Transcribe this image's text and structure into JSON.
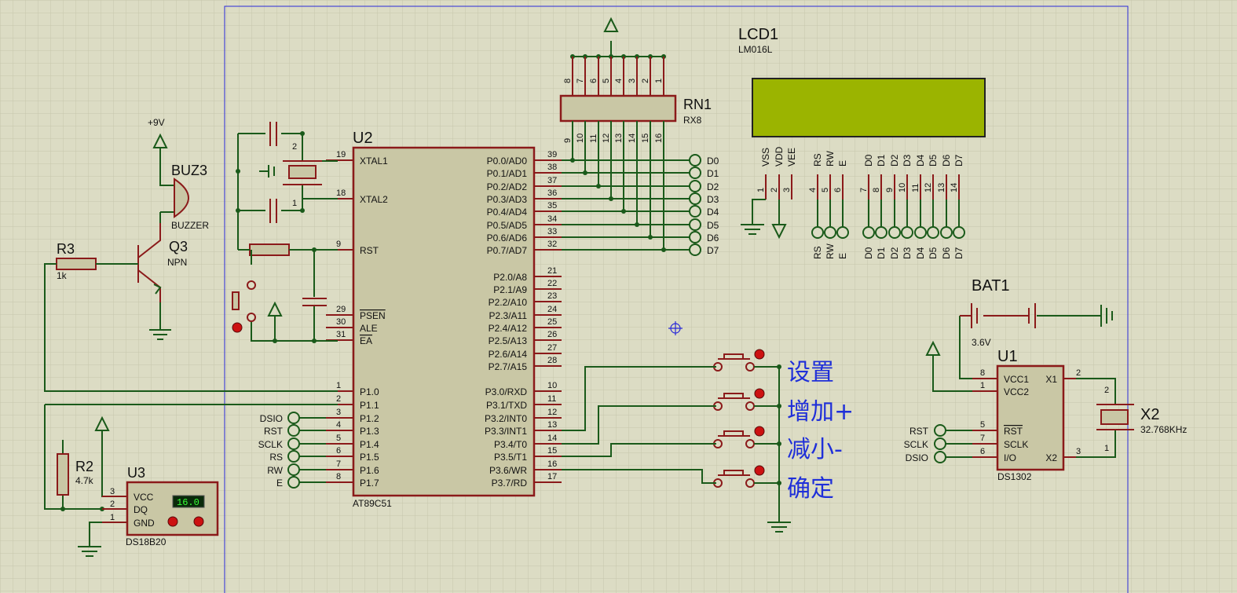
{
  "mcu": {
    "ref": "U2",
    "part": "AT89C51",
    "left_pins": [
      {
        "num": "19",
        "name": "XTAL1"
      },
      {
        "num": "18",
        "name": "XTAL2"
      },
      {
        "num": "9",
        "name": "RST"
      },
      {
        "num": "29",
        "name": "PSEN"
      },
      {
        "num": "30",
        "name": "ALE"
      },
      {
        "num": "31",
        "name": "EA"
      },
      {
        "num": "1",
        "name": "P1.0"
      },
      {
        "num": "2",
        "name": "P1.1"
      },
      {
        "num": "3",
        "name": "P1.2"
      },
      {
        "num": "4",
        "name": "P1.3"
      },
      {
        "num": "5",
        "name": "P1.4"
      },
      {
        "num": "6",
        "name": "P1.5"
      },
      {
        "num": "7",
        "name": "P1.6"
      },
      {
        "num": "8",
        "name": "P1.7"
      }
    ],
    "right_pins": [
      {
        "num": "39",
        "name": "P0.0/AD0"
      },
      {
        "num": "38",
        "name": "P0.1/AD1"
      },
      {
        "num": "37",
        "name": "P0.2/AD2"
      },
      {
        "num": "36",
        "name": "P0.3/AD3"
      },
      {
        "num": "35",
        "name": "P0.4/AD4"
      },
      {
        "num": "34",
        "name": "P0.5/AD5"
      },
      {
        "num": "33",
        "name": "P0.6/AD6"
      },
      {
        "num": "32",
        "name": "P0.7/AD7"
      },
      {
        "num": "21",
        "name": "P2.0/A8"
      },
      {
        "num": "22",
        "name": "P2.1/A9"
      },
      {
        "num": "23",
        "name": "P2.2/A10"
      },
      {
        "num": "24",
        "name": "P2.3/A11"
      },
      {
        "num": "25",
        "name": "P2.4/A12"
      },
      {
        "num": "26",
        "name": "P2.5/A13"
      },
      {
        "num": "27",
        "name": "P2.6/A14"
      },
      {
        "num": "28",
        "name": "P2.7/A15"
      },
      {
        "num": "10",
        "name": "P3.0/RXD"
      },
      {
        "num": "11",
        "name": "P3.1/TXD"
      },
      {
        "num": "12",
        "name": "P3.2/INT0"
      },
      {
        "num": "13",
        "name": "P3.3/INT1"
      },
      {
        "num": "14",
        "name": "P3.4/T0"
      },
      {
        "num": "15",
        "name": "P3.5/T1"
      },
      {
        "num": "16",
        "name": "P3.6/WR"
      },
      {
        "num": "17",
        "name": "P3.7/RD"
      }
    ],
    "p1_nets": [
      "DSIO",
      "RST",
      "SCLK",
      "RS",
      "RW",
      "E"
    ]
  },
  "p0_nets": [
    "D0",
    "D1",
    "D2",
    "D3",
    "D4",
    "D5",
    "D6",
    "D7"
  ],
  "rn1": {
    "ref": "RN1",
    "part": "RX8",
    "top_pins": [
      "8",
      "7",
      "6",
      "5",
      "4",
      "3",
      "2",
      "1"
    ],
    "bottom_pins": [
      "9",
      "10",
      "11",
      "12",
      "13",
      "14",
      "15",
      "16"
    ]
  },
  "lcd": {
    "ref": "LCD1",
    "part": "LM016L",
    "pins": [
      {
        "num": "1",
        "name": "VSS"
      },
      {
        "num": "2",
        "name": "VDD"
      },
      {
        "num": "3",
        "name": "VEE"
      },
      {
        "num": "4",
        "name": "RS"
      },
      {
        "num": "5",
        "name": "RW"
      },
      {
        "num": "6",
        "name": "E"
      },
      {
        "num": "7",
        "name": "D0"
      },
      {
        "num": "8",
        "name": "D1"
      },
      {
        "num": "9",
        "name": "D2"
      },
      {
        "num": "10",
        "name": "D3"
      },
      {
        "num": "11",
        "name": "D4"
      },
      {
        "num": "12",
        "name": "D5"
      },
      {
        "num": "13",
        "name": "D6"
      },
      {
        "num": "14",
        "name": "D7"
      }
    ],
    "nets": [
      "RS",
      "RW",
      "E",
      "D0",
      "D1",
      "D2",
      "D3",
      "D4",
      "D5",
      "D6",
      "D7"
    ]
  },
  "power": {
    "vplus_label": "+9V"
  },
  "buzzer": {
    "ref": "BUZ3",
    "part": "BUZZER"
  },
  "q3": {
    "ref": "Q3",
    "part": "NPN"
  },
  "r3": {
    "ref": "R3",
    "value": "1k"
  },
  "r2": {
    "ref": "R2",
    "value": "4.7k"
  },
  "u3": {
    "ref": "U3",
    "part": "DS18B20",
    "pins": [
      {
        "num": "3",
        "name": "VCC"
      },
      {
        "num": "2",
        "name": "DQ"
      },
      {
        "num": "1",
        "name": "GND"
      }
    ],
    "display": "16.0"
  },
  "crystal_caps": {
    "pin_top": "2",
    "pin_bottom": "1"
  },
  "buttons": {
    "labels": [
      "设置",
      "增加+",
      "减小-",
      "确定"
    ]
  },
  "bat1": {
    "ref": "BAT1",
    "value": "3.6V"
  },
  "u1": {
    "ref": "U1",
    "part": "DS1302",
    "left_pins": [
      {
        "num": "8",
        "name": "VCC1"
      },
      {
        "num": "1",
        "name": "VCC2"
      },
      {
        "num": "5",
        "name": "RST"
      },
      {
        "num": "7",
        "name": "SCLK"
      },
      {
        "num": "6",
        "name": "I/O"
      }
    ],
    "right_pins": [
      {
        "num": "2",
        "name": "X1"
      },
      {
        "num": "3",
        "name": "X2"
      }
    ],
    "nets": [
      "RST",
      "SCLK",
      "DSIO"
    ]
  },
  "x2": {
    "ref": "X2",
    "value": "32.768KHz",
    "pin_top": "2",
    "pin_bottom": "1"
  },
  "colors": {
    "sheet": "#dcdcc4",
    "grid": "#c8c8ae",
    "wire": "#1a5a1a",
    "pin": "#8b1a1a",
    "body": "#c9c7a5",
    "lcd": "#9bb400",
    "border": "#2a2ad8",
    "label_cn": "#1f2fd9"
  }
}
